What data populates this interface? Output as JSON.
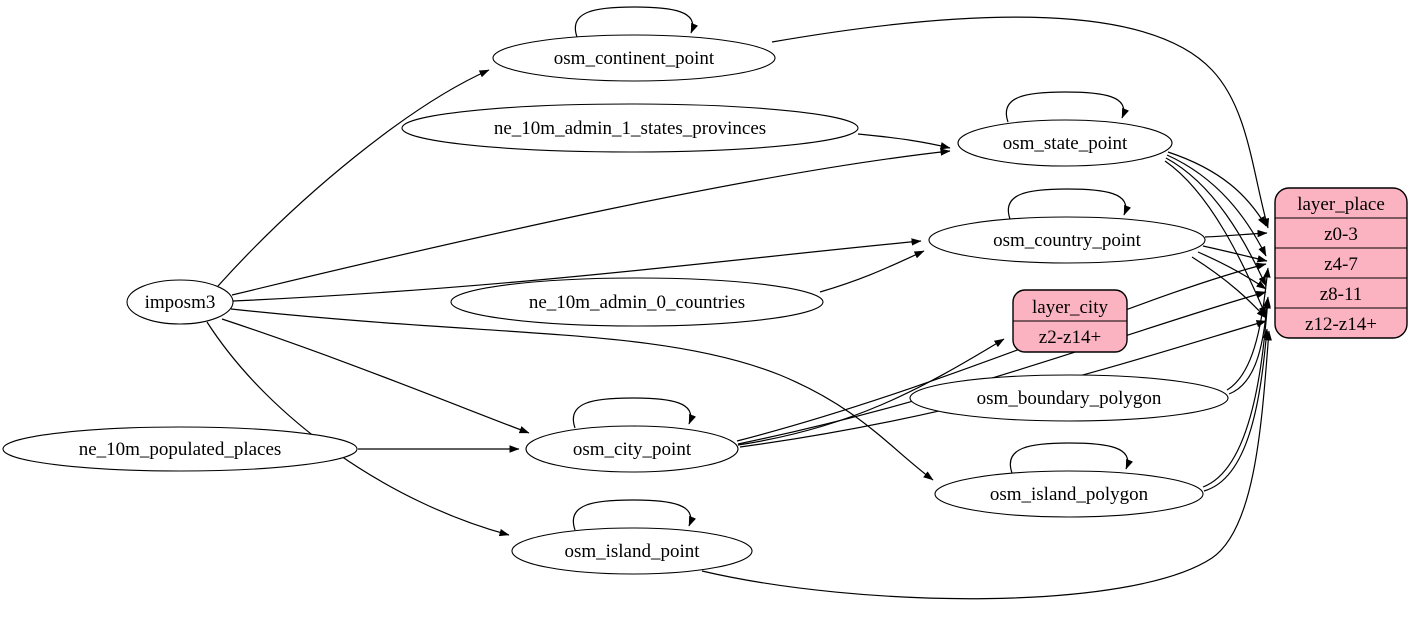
{
  "diagram": {
    "type": "etl-dependency-graph",
    "colors": {
      "background": "#ffffff",
      "node_fill": "#ffffff",
      "stroke": "#000000",
      "record_fill": "#fbb3c1"
    },
    "nodes": {
      "imposm3": {
        "label": "imposm3",
        "shape": "ellipse"
      },
      "osm_continent_point": {
        "label": "osm_continent_point",
        "shape": "ellipse",
        "self_loop": true
      },
      "ne_10m_admin_1_states_provinces": {
        "label": "ne_10m_admin_1_states_provinces",
        "shape": "ellipse"
      },
      "osm_state_point": {
        "label": "osm_state_point",
        "shape": "ellipse",
        "self_loop": true
      },
      "osm_country_point": {
        "label": "osm_country_point",
        "shape": "ellipse",
        "self_loop": true
      },
      "ne_10m_admin_0_countries": {
        "label": "ne_10m_admin_0_countries",
        "shape": "ellipse"
      },
      "osm_boundary_polygon": {
        "label": "osm_boundary_polygon",
        "shape": "ellipse"
      },
      "ne_10m_populated_places": {
        "label": "ne_10m_populated_places",
        "shape": "ellipse"
      },
      "osm_city_point": {
        "label": "osm_city_point",
        "shape": "ellipse",
        "self_loop": true
      },
      "osm_island_polygon": {
        "label": "osm_island_polygon",
        "shape": "ellipse",
        "self_loop": true
      },
      "osm_island_point": {
        "label": "osm_island_point",
        "shape": "ellipse",
        "self_loop": true
      }
    },
    "records": {
      "layer_city": {
        "title": "layer_city",
        "rows": [
          "z2-z14+"
        ]
      },
      "layer_place": {
        "title": "layer_place",
        "rows": [
          "z0-3",
          "z4-7",
          "z8-11",
          "z12-z14+"
        ]
      }
    },
    "edges": [
      {
        "from": "imposm3",
        "to": "osm_continent_point"
      },
      {
        "from": "imposm3",
        "to": "osm_state_point"
      },
      {
        "from": "imposm3",
        "to": "osm_country_point"
      },
      {
        "from": "imposm3",
        "to": "osm_city_point"
      },
      {
        "from": "imposm3",
        "to": "osm_island_point"
      },
      {
        "from": "imposm3",
        "to": "osm_island_polygon"
      },
      {
        "from": "ne_10m_admin_1_states_provinces",
        "to": "osm_state_point"
      },
      {
        "from": "ne_10m_admin_0_countries",
        "to": "osm_country_point"
      },
      {
        "from": "ne_10m_populated_places",
        "to": "osm_city_point"
      },
      {
        "from": "osm_continent_point",
        "to": "osm_continent_point"
      },
      {
        "from": "osm_state_point",
        "to": "osm_state_point"
      },
      {
        "from": "osm_country_point",
        "to": "osm_country_point"
      },
      {
        "from": "osm_city_point",
        "to": "osm_city_point"
      },
      {
        "from": "osm_island_polygon",
        "to": "osm_island_polygon"
      },
      {
        "from": "osm_island_point",
        "to": "osm_island_point"
      },
      {
        "from": "osm_continent_point",
        "to": "layer_place",
        "to_row": "z0-3"
      },
      {
        "from": "osm_state_point",
        "to": "layer_place",
        "to_row": "z0-3"
      },
      {
        "from": "osm_state_point",
        "to": "layer_place",
        "to_row": "z4-7"
      },
      {
        "from": "osm_state_point",
        "to": "layer_place",
        "to_row": "z8-11"
      },
      {
        "from": "osm_state_point",
        "to": "layer_place",
        "to_row": "z12-z14+"
      },
      {
        "from": "osm_country_point",
        "to": "layer_place",
        "to_row": "z0-3"
      },
      {
        "from": "osm_country_point",
        "to": "layer_place",
        "to_row": "z4-7"
      },
      {
        "from": "osm_country_point",
        "to": "layer_place",
        "to_row": "z8-11"
      },
      {
        "from": "osm_country_point",
        "to": "layer_place",
        "to_row": "z12-z14+"
      },
      {
        "from": "osm_city_point",
        "to": "layer_city",
        "to_row": "z2-z14+"
      },
      {
        "from": "osm_city_point",
        "to": "layer_place",
        "to_row": "z4-7"
      },
      {
        "from": "osm_city_point",
        "to": "layer_place",
        "to_row": "z8-11"
      },
      {
        "from": "osm_city_point",
        "to": "layer_place",
        "to_row": "z12-z14+"
      },
      {
        "from": "osm_boundary_polygon",
        "to": "layer_place",
        "to_row": "z4-7"
      },
      {
        "from": "osm_boundary_polygon",
        "to": "layer_place",
        "to_row": "z8-11"
      },
      {
        "from": "osm_island_polygon",
        "to": "layer_place",
        "to_row": "z8-11"
      },
      {
        "from": "osm_island_polygon",
        "to": "layer_place",
        "to_row": "z12-z14+"
      },
      {
        "from": "osm_island_point",
        "to": "layer_place",
        "to_row": "z12-z14+"
      }
    ]
  }
}
